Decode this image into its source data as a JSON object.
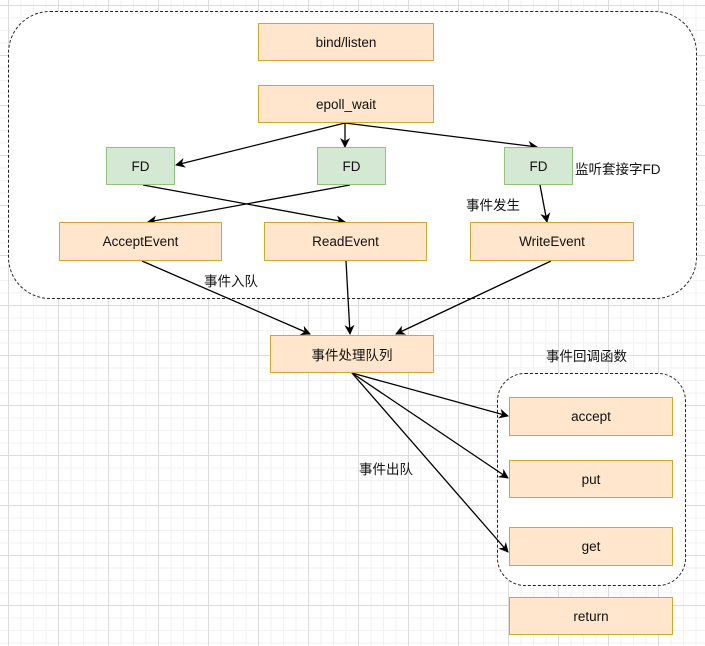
{
  "diagram": {
    "nodes": {
      "bind_listen": "bind/listen",
      "epoll_wait": "epoll_wait",
      "fd_1": "FD",
      "fd_2": "FD",
      "fd_3": "FD",
      "accept_event": "AcceptEvent",
      "read_event": "ReadEvent",
      "write_event": "WriteEvent",
      "event_queue": "事件处理队列",
      "cb_accept": "accept",
      "cb_put": "put",
      "cb_get": "get",
      "return": "return"
    },
    "labels": {
      "listen_fd": "监听套接字FD",
      "event_occurs": "事件发生",
      "enqueue": "事件入队",
      "callbacks": "事件回调函数",
      "dequeue": "事件出队"
    },
    "edges": [
      {
        "from": "epoll_wait",
        "to": "fd_1"
      },
      {
        "from": "epoll_wait",
        "to": "fd_2"
      },
      {
        "from": "epoll_wait",
        "to": "fd_3"
      },
      {
        "from": "fd_1",
        "to": "read_event"
      },
      {
        "from": "fd_2",
        "to": "accept_event"
      },
      {
        "from": "fd_3",
        "to": "write_event"
      },
      {
        "from": "accept_event",
        "to": "event_queue"
      },
      {
        "from": "read_event",
        "to": "event_queue"
      },
      {
        "from": "write_event",
        "to": "event_queue"
      },
      {
        "from": "event_queue",
        "to": "cb_accept"
      },
      {
        "from": "event_queue",
        "to": "cb_put"
      },
      {
        "from": "event_queue",
        "to": "cb_get"
      }
    ]
  }
}
